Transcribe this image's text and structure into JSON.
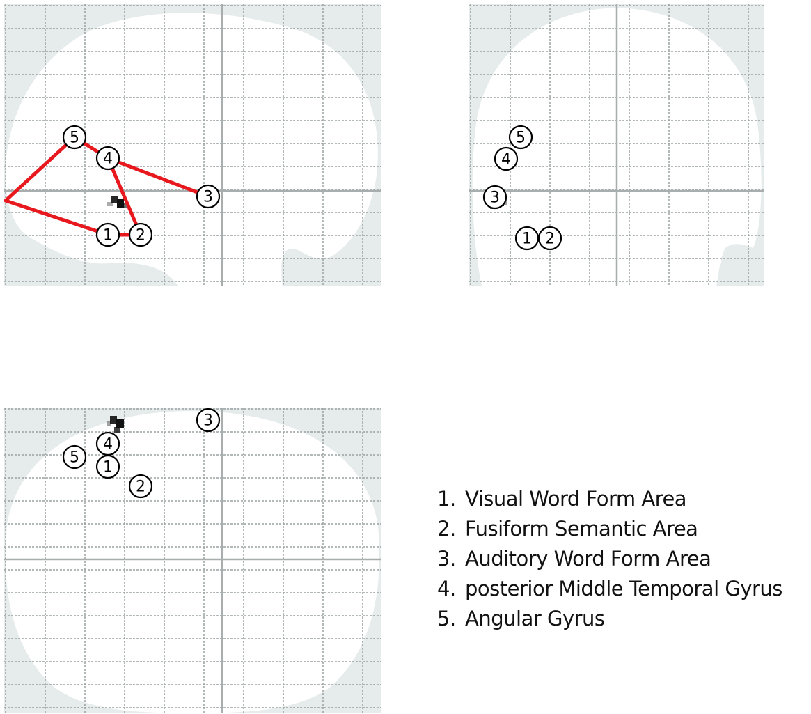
{
  "panels": [
    {
      "id": "sagittal",
      "nodes": [
        {
          "label": "1"
        },
        {
          "label": "2"
        },
        {
          "label": "3"
        },
        {
          "label": "4"
        },
        {
          "label": "5"
        }
      ],
      "connections": [
        [
          "5",
          "4"
        ],
        [
          "4",
          "3"
        ],
        [
          "4",
          "2"
        ],
        [
          "2",
          "1"
        ],
        [
          "1",
          "5"
        ]
      ]
    },
    {
      "id": "coronal",
      "nodes": [
        {
          "label": "1"
        },
        {
          "label": "2"
        },
        {
          "label": "3"
        },
        {
          "label": "4"
        },
        {
          "label": "5"
        }
      ]
    },
    {
      "id": "axial",
      "nodes": [
        {
          "label": "1"
        },
        {
          "label": "2"
        },
        {
          "label": "3"
        },
        {
          "label": "4"
        },
        {
          "label": "5"
        }
      ]
    }
  ],
  "legend": [
    {
      "num": "1.",
      "text": "Visual Word Form Area"
    },
    {
      "num": "2.",
      "text": "Fusiform Semantic Area"
    },
    {
      "num": "3.",
      "text": "Auditory Word Form Area"
    },
    {
      "num": "4.",
      "text": "posterior Middle Temporal Gyrus"
    },
    {
      "num": "5.",
      "text": "Angular Gyrus"
    }
  ],
  "colors": {
    "connection": "#e8191e",
    "brain_background": "#e6ebeb",
    "brain_fill": "#ffffff",
    "grid_line": "#9aa0a0",
    "crosshair": "#a8adad",
    "blob": "#111111"
  }
}
